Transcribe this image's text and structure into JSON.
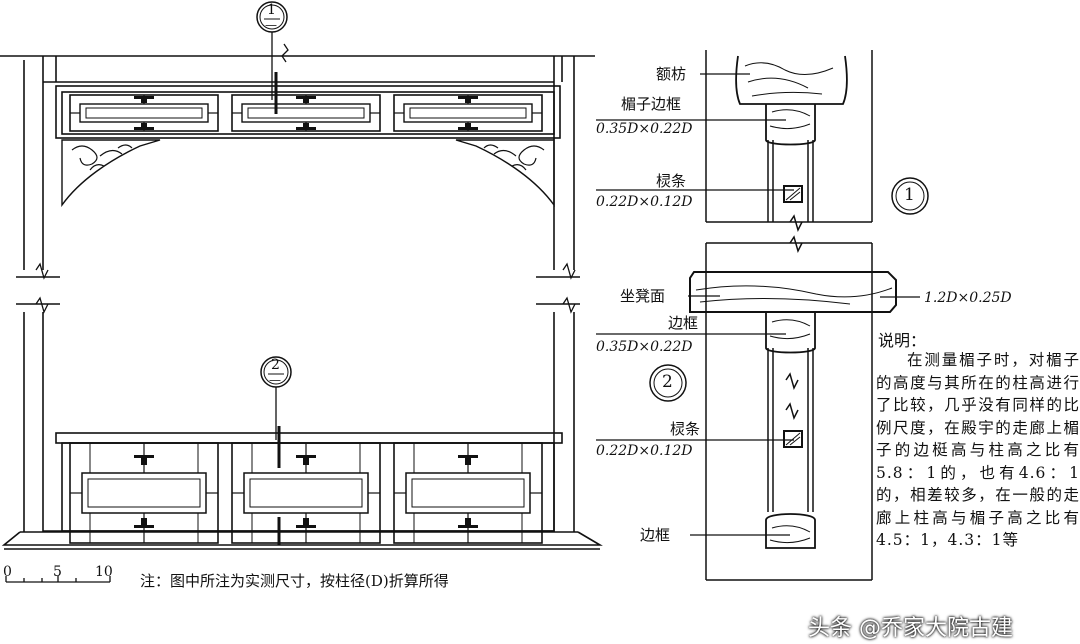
{
  "section_markers": {
    "one": {
      "number": "1",
      "dash": "—"
    },
    "two": {
      "number": "2",
      "dash": "—"
    },
    "circle_one": "1",
    "circle_two": "2"
  },
  "labels": {
    "ezfang": "额枋",
    "tizi_bian_kuang": "楣子边框",
    "tizi_bian_kuang_dim": "0.35D×0.22D",
    "lingtiao_top": "棂条",
    "lingtiao_top_dim": "0.22D×0.12D",
    "zuodengmian": "坐凳面",
    "zuodengmian_dim": "1.2D×0.25D",
    "biankuang_mid": "边框",
    "biankuang_mid_dim": "0.35D×0.22D",
    "lingtiao_bottom": "棂条",
    "lingtiao_bottom_dim": "0.22D×0.12D",
    "biankuang_bottom": "边框"
  },
  "note": {
    "title": "说明：",
    "body": "在测量楣子时，对楣子的高度与其所在的柱高进行了比较，几乎没有同样的比例尺度，在殿宇的走廊上楣子的边梃高与柱高之比有5.8：1的，也有4.6：1的，相差较多，在一般的走廊上柱高与楣子高之比有4.5：1，4.3：1等"
  },
  "footnote": "注：图中所注为实测尺寸，按柱径(D)折算所得",
  "scale": {
    "s0": "0",
    "s5": "5",
    "s10": "10"
  },
  "watermark": "头条 @乔家大院古建"
}
